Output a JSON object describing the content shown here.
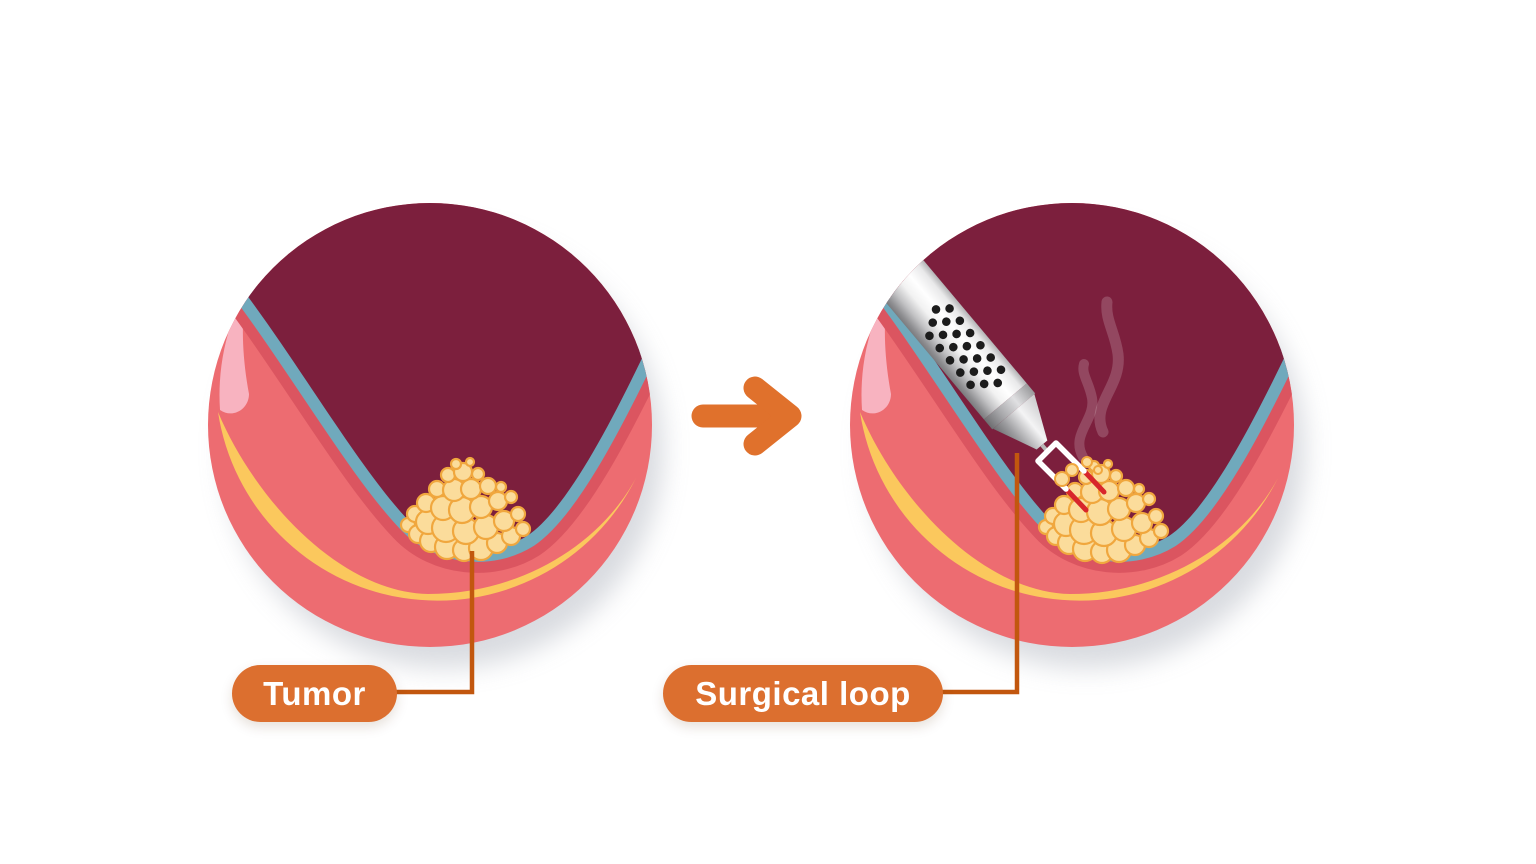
{
  "labels": {
    "tumor": "Tumor",
    "surgical_loop": "Surgical loop"
  },
  "icons": {
    "step_arrow": "arrow-right",
    "instrument": "resectoscope",
    "smoke": "cautery-smoke"
  },
  "palette": {
    "background": "#FFFFFF",
    "interior_maroon": "#7C1F3D",
    "mucosa_teal": "#70A9BC",
    "submucosa_dark_red": "#DB5560",
    "muscle_salmon": "#ED6C71",
    "edge_highlight_pink": "#F8B3C0",
    "outer_layer_yellow": "#FBC85D",
    "tumor_fill": "#FBDC9B",
    "tumor_stroke": "#F0A73E",
    "label_bg": "#DC6F2F",
    "label_text": "#FFFFFF",
    "arrow_orange": "#E0712C",
    "leader_line": "#C2570E",
    "cutting_wire_red": "#D8262B",
    "loop_wire_white": "#FFFFFF",
    "instrument_dot": "#1C1C1C",
    "smoke_white": "rgba(255,255,255,0.18)",
    "circle_shadow": "#9BA1AE"
  }
}
